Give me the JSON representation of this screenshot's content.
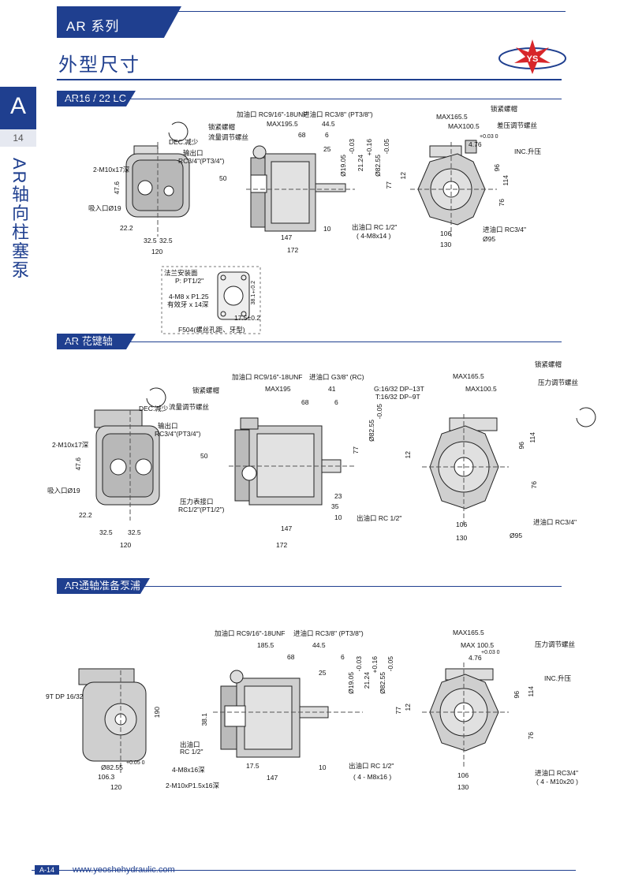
{
  "header": {
    "series": "AR 系列",
    "title": "外型尺寸",
    "logo_text": "YS"
  },
  "side": {
    "letter": "A",
    "page": "14",
    "label": "AR轴向柱塞泵"
  },
  "sections": [
    {
      "title": "AR16 / 22 LC"
    },
    {
      "title": "AR 花键轴"
    },
    {
      "title": "AR通轴准备泵浦"
    }
  ],
  "s1": {
    "port_in": "加油口 RC9/16\"-18UNF",
    "port_oil": "进油口 RC3/8\" (PT3/8\")",
    "lock_nut": "锁紧螺帽",
    "flow_screw": "流量调节螺丝",
    "dec": "DEC.减少",
    "outlet": "输出口",
    "outlet_thread": "RC3/4\"(PT3/4\")",
    "m10": "2-M10x17深",
    "suction": "吸入口Ø19",
    "max1955": "MAX195.5",
    "d445": "44.5",
    "d68": "68",
    "d6": "6",
    "d25": "25",
    "phi1905": "Ø19.05",
    "tol1905": "-0.03",
    "d2124": "21.24",
    "tol2124": "+0.16",
    "phi8255": "Ø82.55",
    "tol8255": "-0.05",
    "d50": "50",
    "d476": "47.6",
    "d222": "22.2",
    "d325a": "32.5",
    "d325b": "32.5",
    "d120": "120",
    "d147": "147",
    "d172": "172",
    "d10": "10",
    "d77": "77",
    "d12": "12",
    "out_oil": "出油口 RC 1/2\"",
    "m8": "( 4-M8x14 )",
    "rv_lock": "锁紧螺帽",
    "rv_pressure": "差压调节螺丝",
    "rv_max1655": "MAX165.5",
    "rv_max1005": "MAX100.5",
    "rv_476": "4.76",
    "rv_tol": "+0.03 0",
    "rv_inc": "INC.升压",
    "rv_96": "96",
    "rv_114": "114",
    "rv_76": "76",
    "rv_106": "106",
    "rv_130": "130",
    "rv_phi95": "Ø95",
    "rv_in": "进油口 RC3/4\"",
    "flange_title": "法兰安装面",
    "flange_p": "P: PT1/2\"",
    "flange_m8": "4-M8 x P1.25",
    "flange_m8b": "有效牙 x 14深",
    "flange_381": "38.1±0.2",
    "flange_175": "17.5±0.2",
    "flange_f504": "F504(螺丝孔距、牙型)"
  },
  "s2": {
    "port_in": "加油口 RC9/16\"-18UNF",
    "port_oil": "进油口 G3/8\" (RC)",
    "lock_nut": "锁紧螺帽",
    "flow_screw": "流量调节螺丝",
    "dec": "DEC.减少",
    "outlet": "输出口",
    "outlet_thread": "RC3/4\"(PT3/4\")",
    "m10": "2-M10x17深",
    "suction": "吸入口Ø19",
    "max195": "MAX195",
    "d41": "41",
    "d68": "68",
    "d6": "6",
    "spline_g": "G:16/32 DP–13T",
    "spline_t": "T:16/32 DP–9T",
    "phi8255": "Ø82.55",
    "tol8255": "-0.05",
    "d50": "50",
    "d476": "47.6",
    "d77": "77",
    "d222": "22.2",
    "d325a": "32.5",
    "d325b": "32.5",
    "d120": "120",
    "gauge": "压力表接口",
    "gauge_thread": "RC1/2\"(PT1/2\")",
    "d23": "23",
    "d35": "35",
    "d10": "10",
    "d147": "147",
    "d172": "172",
    "out_oil": "出油口 RC 1/2\"",
    "rv_lock": "锁紧螺帽",
    "rv_pressure": "压力调节螺丝",
    "rv_max1655": "MAX165.5",
    "rv_max1005": "MAX100.5",
    "rv_96": "96",
    "rv_114": "114",
    "rv_76": "76",
    "rv_12": "12",
    "rv_106": "106",
    "rv_130": "130",
    "rv_phi95": "Ø95",
    "rv_in": "进油口 RC3/4\""
  },
  "s3": {
    "port_in": "加油口 RC9/16\"-18UNF",
    "port_oil": "进油口 RC3/8\" (PT3/8\")",
    "spline": "9T DP 16/32",
    "d1855": "185.5",
    "d445": "44.5",
    "d68": "68",
    "d6": "6",
    "d25": "25",
    "phi1905": "Ø19.05",
    "tol1905": "-0.03",
    "d2124": "21.24",
    "tol2124": "+0.16",
    "phi8255": "Ø82.55",
    "tol8255": "-0.05",
    "d190": "190",
    "d381": "38.1",
    "out_oil": "出油口",
    "out_thread": "RC 1/2\"",
    "phi8255b": "Ø82.55",
    "tolb": "+0.05 0",
    "d1063": "106.3",
    "d120": "120",
    "m8": "4-M8x16深",
    "m10": "2-M10xP1.5x16深",
    "d175": "17.5",
    "d10": "10",
    "d147": "147",
    "d77": "77",
    "d12": "12",
    "out_oil2": "出油口 RC 1/2\"",
    "m8b": "( 4 - M8x16 )",
    "rv_max1655": "MAX165.5",
    "rv_max1005": "MAX 100.5",
    "rv_476": "4.76",
    "rv_tol": "+0.03 0",
    "rv_pressure": "压力调节螺丝",
    "rv_inc": "INC.升压",
    "rv_96": "96",
    "rv_114": "114",
    "rv_76": "76",
    "rv_106": "106",
    "rv_130": "130",
    "rv_in": "进油口 RC3/4\"",
    "rv_m10": "( 4 - M10x20 )"
  },
  "footer": {
    "page_code": "A-14",
    "website": "www.yeoshehydraulic.com"
  }
}
